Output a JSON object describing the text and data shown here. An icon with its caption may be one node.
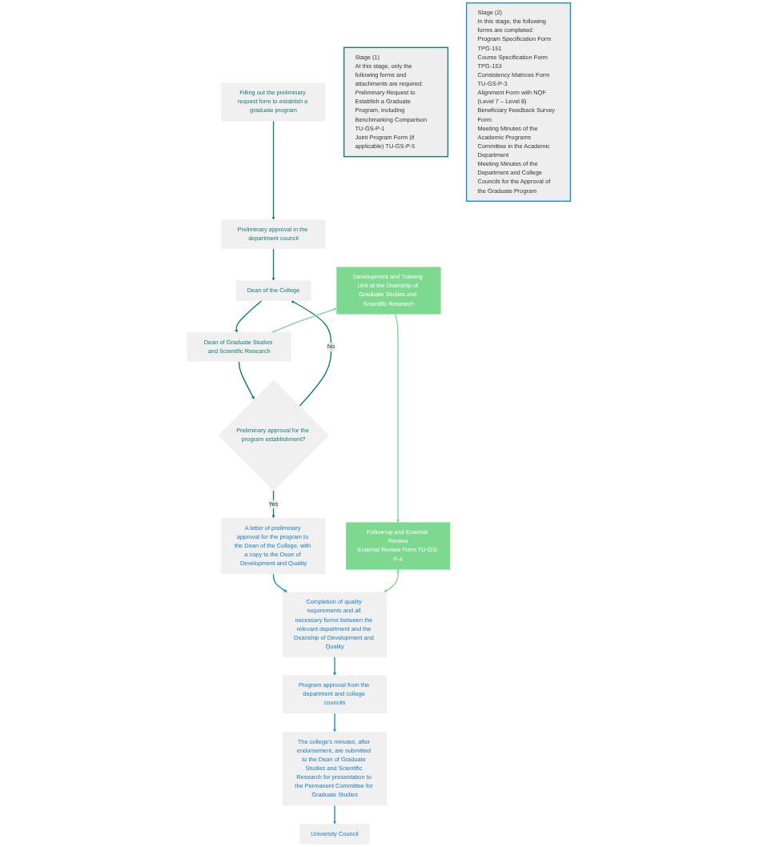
{
  "diagram": {
    "nodes": [
      {
        "text": [
          "Filling out the preliminary request form to establish a graduate program"
        ]
      },
      {
        "text": [
          "Preliminary approval in the department council"
        ]
      },
      {
        "text": [
          "Dean of the College"
        ]
      },
      {
        "text": [
          "Dean of Graduate Studies and Scientific Research"
        ]
      },
      {
        "text": [
          "Preliminary approval for the program establishment?"
        ]
      },
      {
        "text": [
          "A letter of preliminary approval for the program to the Dean of the College, with a copy to the Dean of Development and Quality"
        ]
      },
      {
        "text": [
          "Completion of quality requirements and all necessary forms between the relevant department and the Deanship of Development and Quality"
        ]
      },
      {
        "text": [
          "Program approval from the department and college councils"
        ]
      },
      {
        "text": [
          "The college's minutes, after endorsement, are submitted to the Dean of Graduate Studies and Scientific Research for presentation to the Permanent Committee for Graduate Studies"
        ]
      },
      {
        "text": [
          "University Council"
        ]
      },
      {
        "text": [
          "Development and Training Unit at the Deanship of Graduate Studies and Scientific Research"
        ]
      },
      {
        "text": [
          "Follow-up and External Review",
          "External Review Form TU-GS-P-4"
        ]
      },
      {
        "text": [
          "Stage (1)",
          "At this stage, only the following forms and attachments are required:",
          "Preliminary Request to Establish a Graduate Program, including Benchmarking Comparison TU-GS-P-1",
          "Joint Program Form (if applicable) TU-GS-P-5"
        ]
      },
      {
        "text": [
          "Stage (2)",
          "In this stage, the following forms are completed:",
          "Program Specification Form TPG-151",
          "Course Specification Form TPG-153",
          "Consistency Matrices Form TU-GS-P-3",
          "Alignment Form with NQF (Level 7 – Level 8)",
          "Beneficiary Feedback Survey Form",
          "Meeting Minutes of the Academic Programs Committee in the Academic Department",
          "Meeting Minutes of the Department and College Councils for the Approval of the Graduate Program"
        ]
      }
    ],
    "edges": [
      {
        "from": 0,
        "to": 1,
        "arrow": "to"
      },
      {
        "from": 1,
        "to": 2,
        "arrow": "to"
      },
      {
        "from": 2,
        "to": 3,
        "arrow": "to"
      },
      {
        "from": 3,
        "to": 4,
        "arrow": "to"
      },
      {
        "from": 4,
        "to": 2,
        "arrow": "to",
        "label": "No"
      },
      {
        "from": 4,
        "to": 5,
        "arrow": "to",
        "label": "Yes"
      },
      {
        "from": 5,
        "to": 6,
        "arrow": "to",
        "color": "#1a8fd8"
      },
      {
        "from": 6,
        "to": 7,
        "arrow": "to",
        "color": "#1a8fd8"
      },
      {
        "from": 7,
        "to": 8,
        "arrow": "to",
        "color": "#1a8fd8"
      },
      {
        "from": 8,
        "to": 9,
        "arrow": "to",
        "color": "#1a8fd8"
      },
      {
        "from": 10,
        "to": 3,
        "arrow": "both",
        "color": "#7dd98f"
      },
      {
        "from": 10,
        "to": 11,
        "arrow": "to",
        "color": "#7dd98f"
      },
      {
        "from": 11,
        "to": 6,
        "arrow": "both",
        "color": "#7dd98f"
      }
    ]
  }
}
